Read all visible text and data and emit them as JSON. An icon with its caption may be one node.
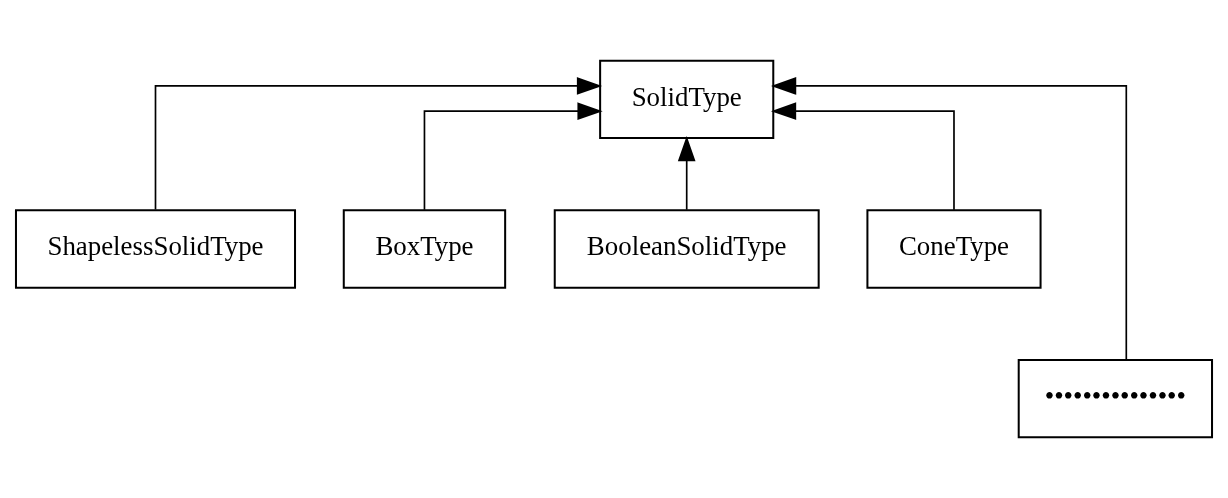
{
  "diagram": {
    "nodes": [
      {
        "text": [
          "SolidType"
        ]
      },
      {
        "text": [
          "ShapelessSolidType"
        ]
      },
      {
        "text": [
          "BoxType"
        ]
      },
      {
        "text": [
          "BooleanSolidType"
        ]
      },
      {
        "text": [
          "ConeType"
        ]
      },
      {
        "text": [
          "•••••••••••••••"
        ]
      }
    ],
    "edges": [
      {
        "from": 1,
        "to": 0,
        "arrow": "to"
      },
      {
        "from": 2,
        "to": 0,
        "arrow": "to"
      },
      {
        "from": 5,
        "to": 0,
        "arrow": "to"
      },
      {
        "from": 3,
        "to": 0,
        "arrow": "to"
      },
      {
        "from": 4,
        "to": 0,
        "arrow": "to"
      }
    ]
  }
}
